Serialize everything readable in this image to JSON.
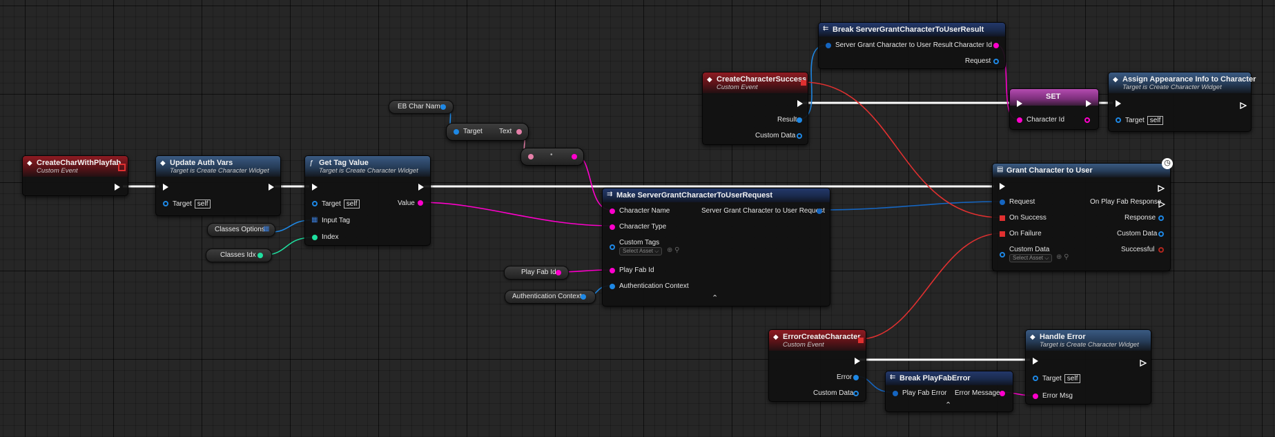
{
  "nodes": {
    "create_char_with_playfab": {
      "title": "CreateCharWithPlayfab",
      "subtitle": "Custom Event"
    },
    "update_auth_vars": {
      "title": "Update Auth Vars",
      "subtitle": "Target is Create Character Widget",
      "target_label": "Target",
      "target_value": "self"
    },
    "get_tag_value": {
      "title": "Get Tag Value",
      "subtitle": "Target is Create Character Widget",
      "target_label": "Target",
      "target_value": "self",
      "input_tag_label": "Input Tag",
      "index_label": "Index",
      "value_label": "Value"
    },
    "create_character_success": {
      "title": "CreateCharacterSuccess",
      "subtitle": "Custom Event",
      "result_label": "Result",
      "custom_data_label": "Custom Data"
    },
    "break_grant_result": {
      "title": "Break ServerGrantCharacterToUserResult",
      "input_label": "Server Grant Character to User Result",
      "character_id_label": "Character Id",
      "request_label": "Request"
    },
    "set_node": {
      "title": "SET",
      "character_id_label": "Character Id"
    },
    "assign_appearance": {
      "title": "Assign Appearance Info to Character",
      "subtitle": "Target is Create Character Widget",
      "target_label": "Target",
      "target_value": "self"
    },
    "make_request": {
      "title": "Make ServerGrantCharacterToUserRequest",
      "character_name_label": "Character Name",
      "character_type_label": "Character Type",
      "custom_tags_label": "Custom Tags",
      "select_asset": "Select Asset",
      "play_fab_id_label": "Play Fab Id",
      "auth_context_label": "Authentication Context",
      "output_label": "Server Grant Character to User Request"
    },
    "grant_character": {
      "title": "Grant Character to User",
      "request_label": "Request",
      "on_success_label": "On Success",
      "on_failure_label": "On Failure",
      "custom_data_label": "Custom Data",
      "select_asset": "Select Asset",
      "on_playfab_response_label": "On Play Fab Response",
      "response_label": "Response",
      "custom_data_out_label": "Custom Data",
      "successful_label": "Successful"
    },
    "error_create_character": {
      "title": "ErrorCreateCharacter",
      "subtitle": "Custom Event",
      "error_label": "Error",
      "custom_data_label": "Custom Data"
    },
    "break_playfab_error": {
      "title": "Break PlayFabError",
      "play_fab_error_label": "Play Fab Error",
      "error_message_label": "Error Message"
    },
    "handle_error": {
      "title": "Handle Error",
      "subtitle": "Target is Create Character Widget",
      "target_label": "Target",
      "target_value": "self",
      "error_msg_label": "Error Msg"
    },
    "get_text": {
      "target_label": "Target",
      "text_label": "Text"
    }
  },
  "variables": {
    "eb_char_name": "EB Char Name",
    "classes_options": "Classes Options",
    "classes_idx": "Classes Idx",
    "play_fab_id": "Play Fab Id",
    "authentication_context": "Authentication Context"
  },
  "colors": {
    "exec": "#ffffff",
    "object": "#1e88e5",
    "struct": "#1565c0",
    "string": "#ff00cc",
    "text": "#e57fa8",
    "int": "#1fe0a0",
    "event": "#e03030"
  }
}
